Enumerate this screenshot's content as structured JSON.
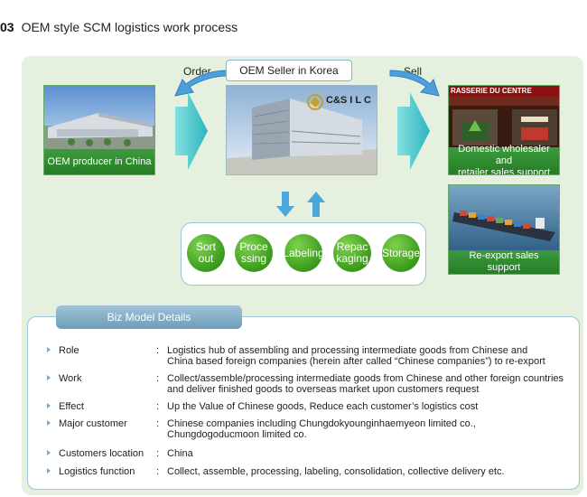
{
  "heading": {
    "number": "03",
    "title": "OEM style SCM logistics work process"
  },
  "flow": {
    "order_label": "Order",
    "sell_label": "Sell",
    "seller_title": "OEM Seller in Korea",
    "seller_logo": "C&S I L C",
    "producer_caption": "OEM producer in China",
    "domestic_caption_line1": "Domestic wholesaler and",
    "domestic_caption_line2": "retailer sales support",
    "store_sign": "RASSERIE DU CENTRE",
    "reexport_caption": "Re-export sales support"
  },
  "operations": [
    {
      "line1": "Sort out",
      "line2": ""
    },
    {
      "line1": "Proce",
      "line2": "ssing"
    },
    {
      "line1": "Labeling",
      "line2": ""
    },
    {
      "line1": "Repac",
      "line2": "kaging"
    },
    {
      "line1": "Storage",
      "line2": ""
    }
  ],
  "details": {
    "tab_label": "Biz Model Details",
    "rows": [
      {
        "label": "Role",
        "line1": "Logistics hub of assembling and processing intermediate goods from Chinese and",
        "line2": "China based foreign companies (herein after called “Chinese companies”) to re-export"
      },
      {
        "label": "Work",
        "line1": "Collect/assemble/processing intermediate goods from Chinese and other foreign countries",
        "line2": "and deliver finished goods to overseas market upon customers request"
      },
      {
        "label": "Effect",
        "line1": "Up the Value of Chinese goods, Reduce each customer’s logistics cost",
        "line2": ""
      },
      {
        "label": "Major customer",
        "line1": "Chinese companies including Chungdokyounginhaemyeon limited co.,",
        "line2": "Chungdogoducmoon limited co."
      },
      {
        "label": "Customers location",
        "line1": "China",
        "line2": ""
      },
      {
        "label": "Logistics function",
        "line1": "Collect, assemble, processing, labeling, consolidation, collective delivery etc.",
        "line2": ""
      }
    ]
  },
  "colors": {
    "panel": "#e5f1de",
    "caption_green": "#2e8b2e",
    "arrow_teal": "#40c4c4",
    "op_green": "#4aa824",
    "tab_blue": "#7ea9c3"
  }
}
